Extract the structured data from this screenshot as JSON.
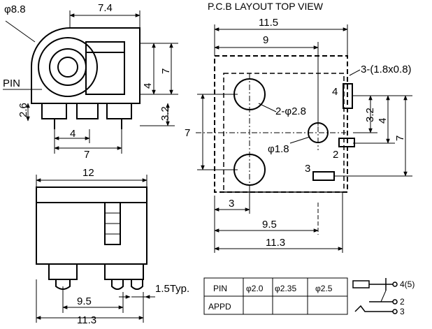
{
  "title": "P.C.B LAYOUT  TOP VIEW",
  "front_view": {
    "diameter_label": "φ8.8",
    "width_label": "7.4",
    "height_label": "7",
    "offset_label": "4",
    "pin_label": "PIN",
    "pin_height_label": "2.6",
    "pin_offset_label": "3.2",
    "pin_spacing_label": "4",
    "pin_span_label": "7"
  },
  "side_view": {
    "width_label": "12",
    "pitch_label": "1.5Typ.",
    "dim_a_label": "9.5",
    "dim_b_label": "11.3"
  },
  "pcb_view": {
    "width_outer_label": "11.5",
    "width_inner_label": "9",
    "slot_label": "3-(1.8x0.8)",
    "hole_label": "2-φ2.8",
    "small_hole_label": "φ1.8",
    "height_label": "7",
    "pin_labels": [
      "4",
      "2",
      "3"
    ],
    "right_dim_a_label": "3.2",
    "right_dim_b_label": "4",
    "right_dim_c_label": "7",
    "bottom_dim_a_label": "3",
    "bottom_dim_b_label": "9.5",
    "bottom_dim_c_label": "11.3"
  },
  "pin_table": {
    "headers": [
      "PIN",
      "φ2.0",
      "φ2.35",
      "φ2.5"
    ],
    "row_label": "APPD",
    "row_values": [
      "",
      "",
      ""
    ]
  },
  "schematic": {
    "labels": [
      "4(5)",
      "2",
      "3"
    ]
  }
}
